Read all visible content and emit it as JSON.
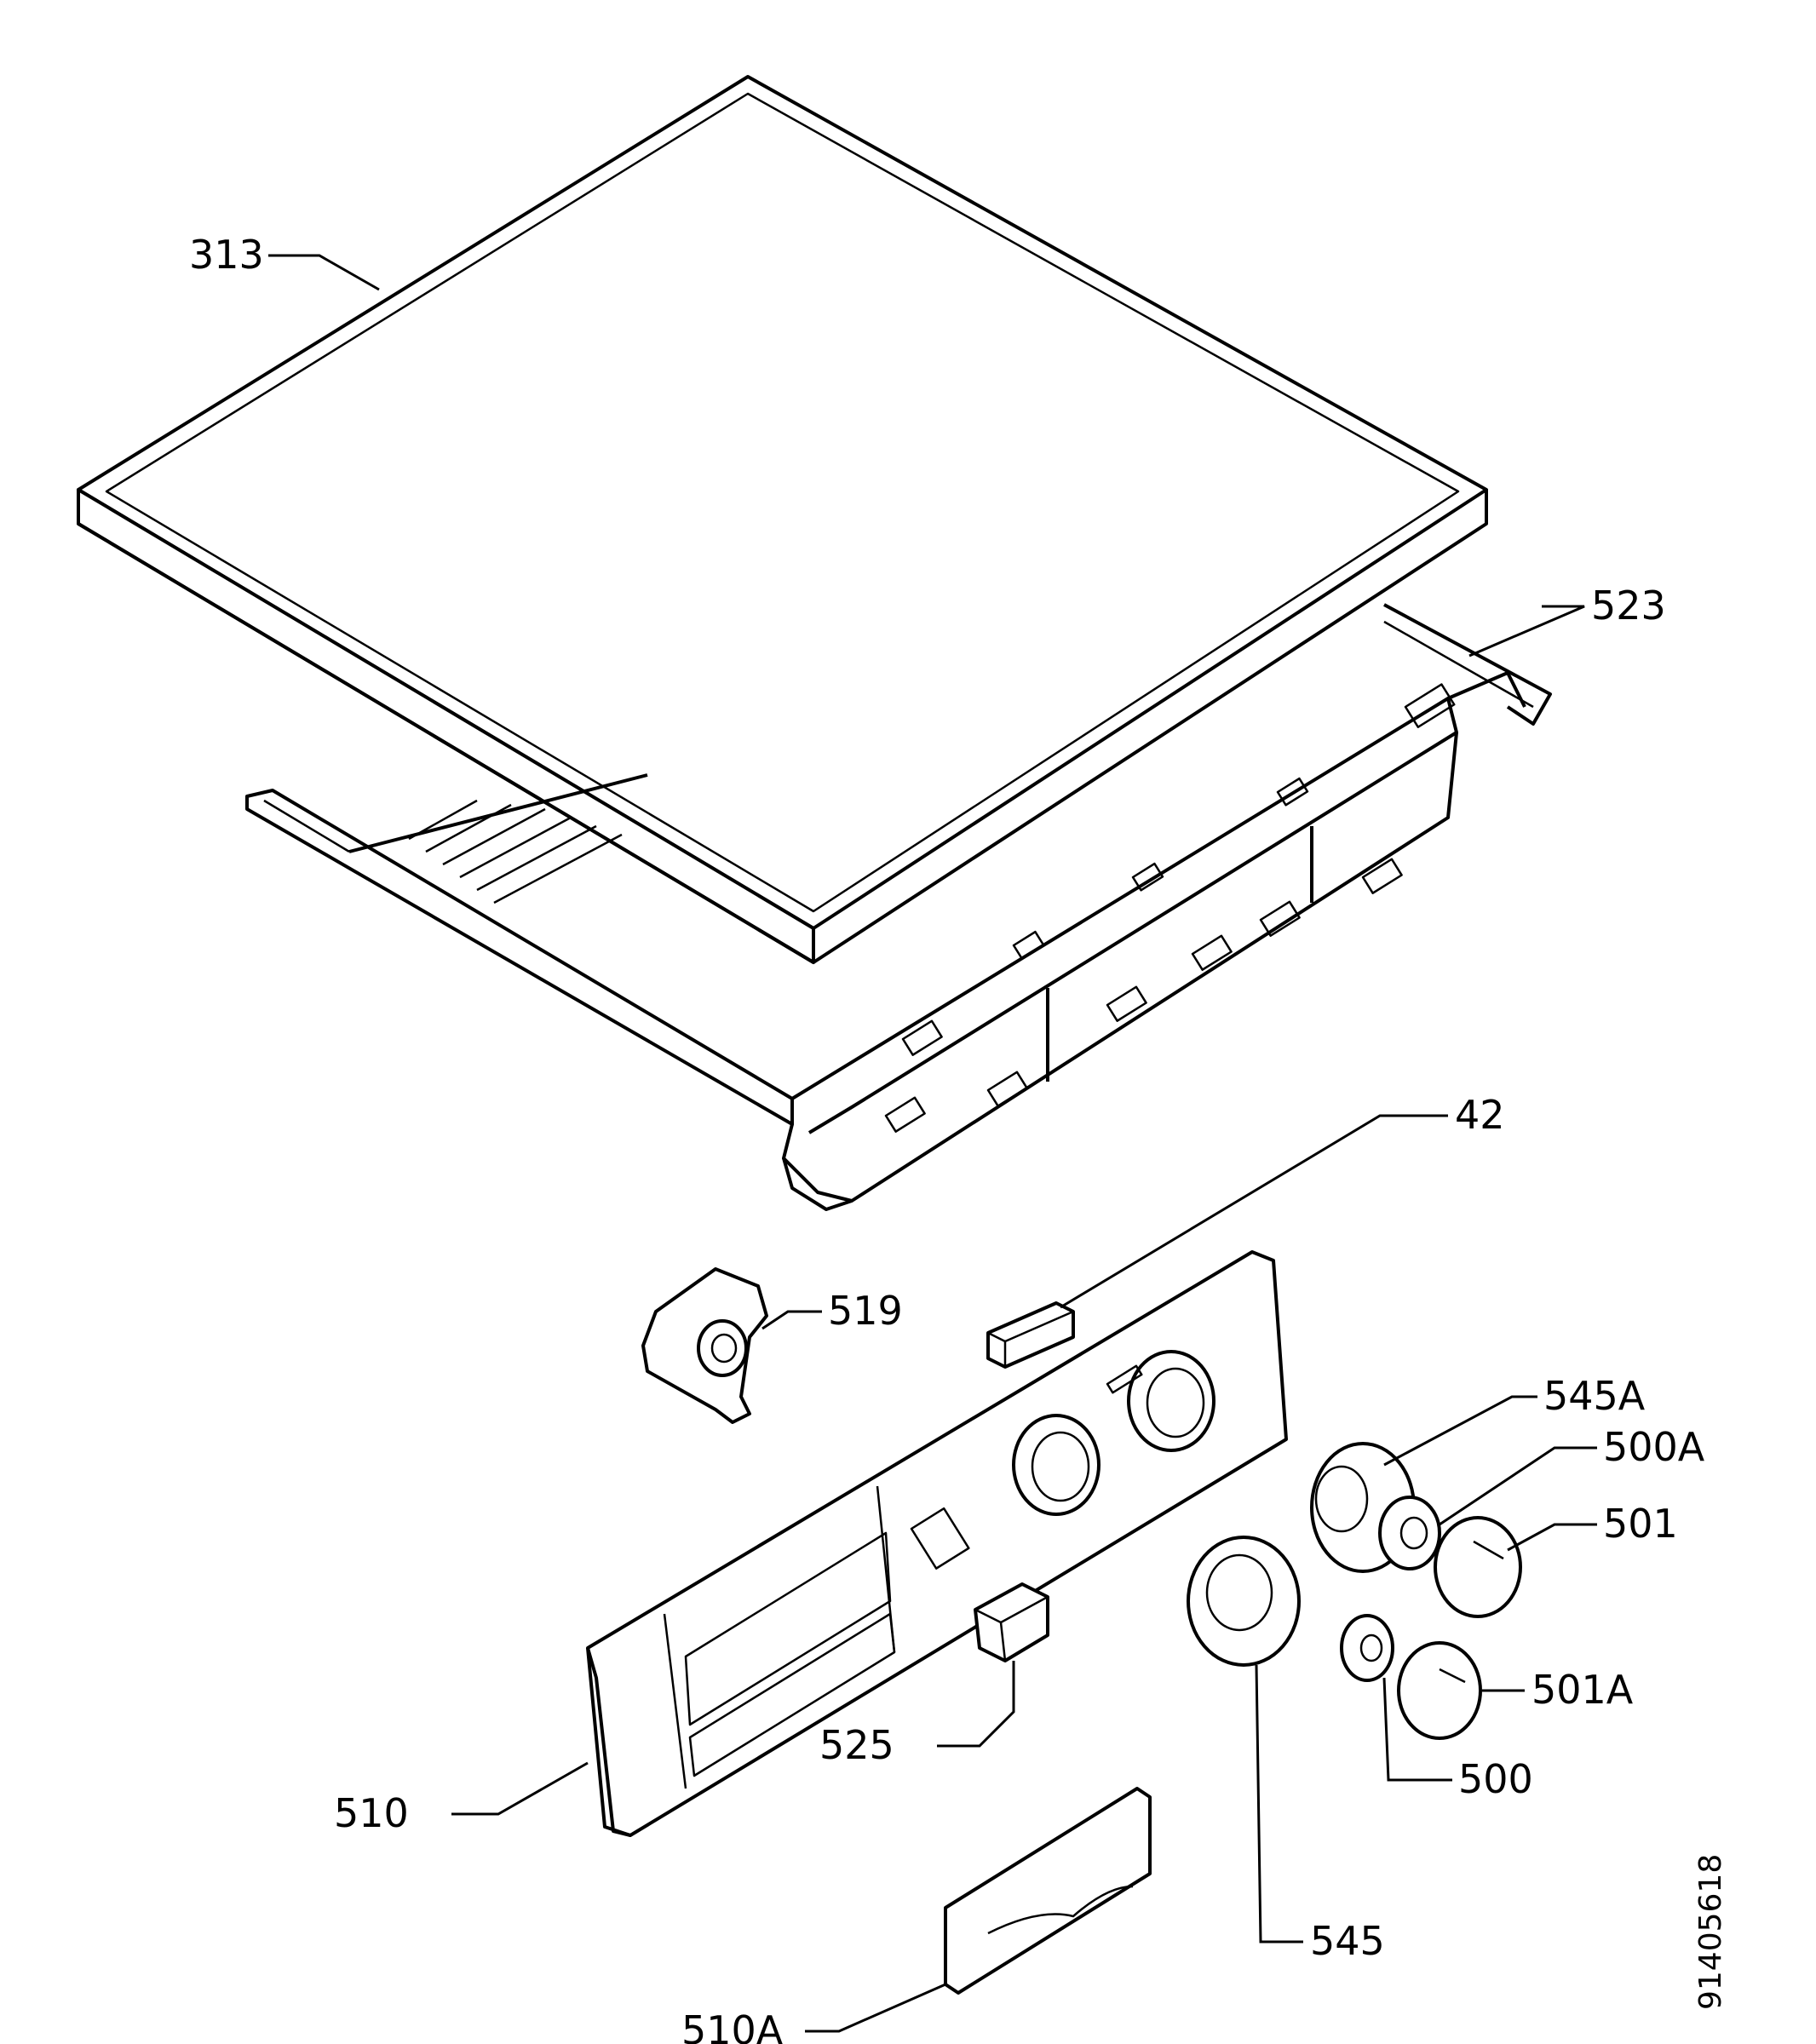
{
  "drawing_number": "91405618",
  "parts": [
    {
      "id": "p313",
      "label": "313"
    },
    {
      "id": "p523",
      "label": "523"
    },
    {
      "id": "p42",
      "label": "42"
    },
    {
      "id": "p519",
      "label": "519"
    },
    {
      "id": "p545A",
      "label": "545A"
    },
    {
      "id": "p500A",
      "label": "500A"
    },
    {
      "id": "p501",
      "label": "501"
    },
    {
      "id": "p501A",
      "label": "501A"
    },
    {
      "id": "p500",
      "label": "500"
    },
    {
      "id": "p525",
      "label": "525"
    },
    {
      "id": "p510",
      "label": "510"
    },
    {
      "id": "p545",
      "label": "545"
    },
    {
      "id": "p510A",
      "label": "510A"
    }
  ]
}
